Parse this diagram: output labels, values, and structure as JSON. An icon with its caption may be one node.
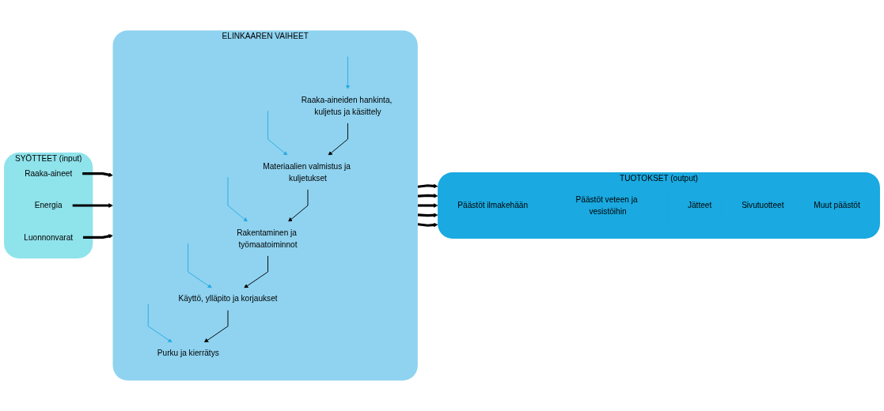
{
  "diagram": {
    "nodes": [
      {
        "text": [
          "SYÖTTEET (input)"
        ]
      },
      {
        "text": [
          "Raaka-aineet"
        ],
        "in": 0
      },
      {
        "text": [
          "Energia"
        ],
        "in": 0
      },
      {
        "text": [
          "Luonnonvarat"
        ],
        "in": 0
      },
      {
        "text": [
          "ELINKAAREN VAIHEET"
        ]
      },
      {
        "text": [
          "Raaka-aineiden hankinta, kuljetus ja käsittely"
        ],
        "in": 4
      },
      {
        "text": [
          "Materiaalien valmistus ja kuljetukset"
        ],
        "in": 4
      },
      {
        "text": [
          "Rakentaminen ja työmaatoiminnot"
        ],
        "in": 4
      },
      {
        "text": [
          "Käyttö, ylläpito ja korjaukset"
        ],
        "in": 4
      },
      {
        "text": [
          "Purku ja kierrätys"
        ],
        "in": 4
      },
      {
        "text": [
          "TUOTOKSET (output)"
        ]
      },
      {
        "text": [
          "Päästöt ilmakehään"
        ],
        "in": 10
      },
      {
        "text": [
          "Päästöt veteen ja vesistöihin"
        ],
        "in": 10
      },
      {
        "text": [
          "Jätteet"
        ],
        "in": 10
      },
      {
        "text": [
          "Sivutuotteet"
        ],
        "in": 10
      },
      {
        "text": [
          "Muut päästöt"
        ],
        "in": 10
      }
    ],
    "edges": [
      {
        "from": 1,
        "to": 4,
        "arrow": "to",
        "style": "thick"
      },
      {
        "from": 2,
        "to": 4,
        "arrow": "to",
        "style": "thick"
      },
      {
        "from": 3,
        "to": 4,
        "arrow": "to",
        "style": "thick"
      },
      {
        "from": null,
        "to": 5,
        "arrow": "to",
        "color": "#29abe2"
      },
      {
        "from": null,
        "to": 6,
        "arrow": "to",
        "color": "#29abe2"
      },
      {
        "from": null,
        "to": 7,
        "arrow": "to",
        "color": "#29abe2"
      },
      {
        "from": null,
        "to": 8,
        "arrow": "to",
        "color": "#29abe2"
      },
      {
        "from": null,
        "to": 9,
        "arrow": "to",
        "color": "#29abe2"
      },
      {
        "from": 5,
        "to": 6,
        "arrow": "to"
      },
      {
        "from": 6,
        "to": 7,
        "arrow": "to"
      },
      {
        "from": 7,
        "to": 8,
        "arrow": "to"
      },
      {
        "from": 8,
        "to": 9,
        "arrow": "to"
      },
      {
        "from": 4,
        "to": 10,
        "arrow": "to",
        "style": "thick"
      },
      {
        "from": 4,
        "to": 10,
        "arrow": "to",
        "style": "thick"
      },
      {
        "from": 4,
        "to": 10,
        "arrow": "to",
        "style": "thick"
      },
      {
        "from": 4,
        "to": 10,
        "arrow": "to",
        "style": "thick"
      },
      {
        "from": 4,
        "to": 10,
        "arrow": "to",
        "style": "thick"
      }
    ]
  }
}
